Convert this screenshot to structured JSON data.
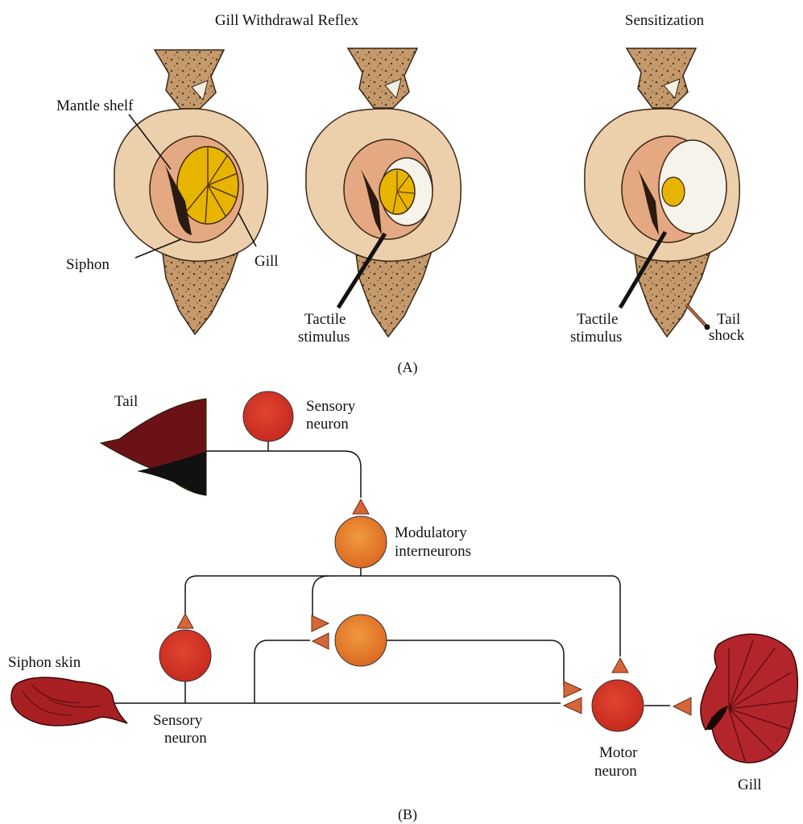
{
  "panel_a": {
    "title_reflex": "Gill Withdrawal Reflex",
    "title_sensitization": "Sensitization",
    "label_mantle_shelf": "Mantle shelf",
    "label_siphon": "Siphon",
    "label_gill": "Gill",
    "label_tactile_1": "Tactile",
    "label_stimulus_1": "stimulus",
    "label_tactile_2": "Tactile",
    "label_stimulus_2": "stimulus",
    "label_tail": "Tail",
    "label_shock": "shock",
    "panel_label": "(A)"
  },
  "panel_b": {
    "label_tail": "Tail",
    "label_sensory_top_1": "Sensory",
    "label_sensory_top_2": "neuron",
    "label_modulatory_1": "Modulatory",
    "label_modulatory_2": "interneurons",
    "label_siphon_skin": "Siphon  skin",
    "label_sensory_bottom_1": "Sensory",
    "label_sensory_bottom_2": "neuron",
    "label_motor_1": "Motor",
    "label_motor_2": "neuron",
    "label_gill": "Gill",
    "panel_label": "(B)"
  },
  "colors": {
    "neuron_red": "#d93a2b",
    "neuron_orange": "#e8772c",
    "synapse": "#d4663a",
    "tissue_dark": "#7a1212",
    "gill_yellow": "#e8b400",
    "mantle_pink": "#e9b493",
    "body_tan": "#c99c6e"
  }
}
